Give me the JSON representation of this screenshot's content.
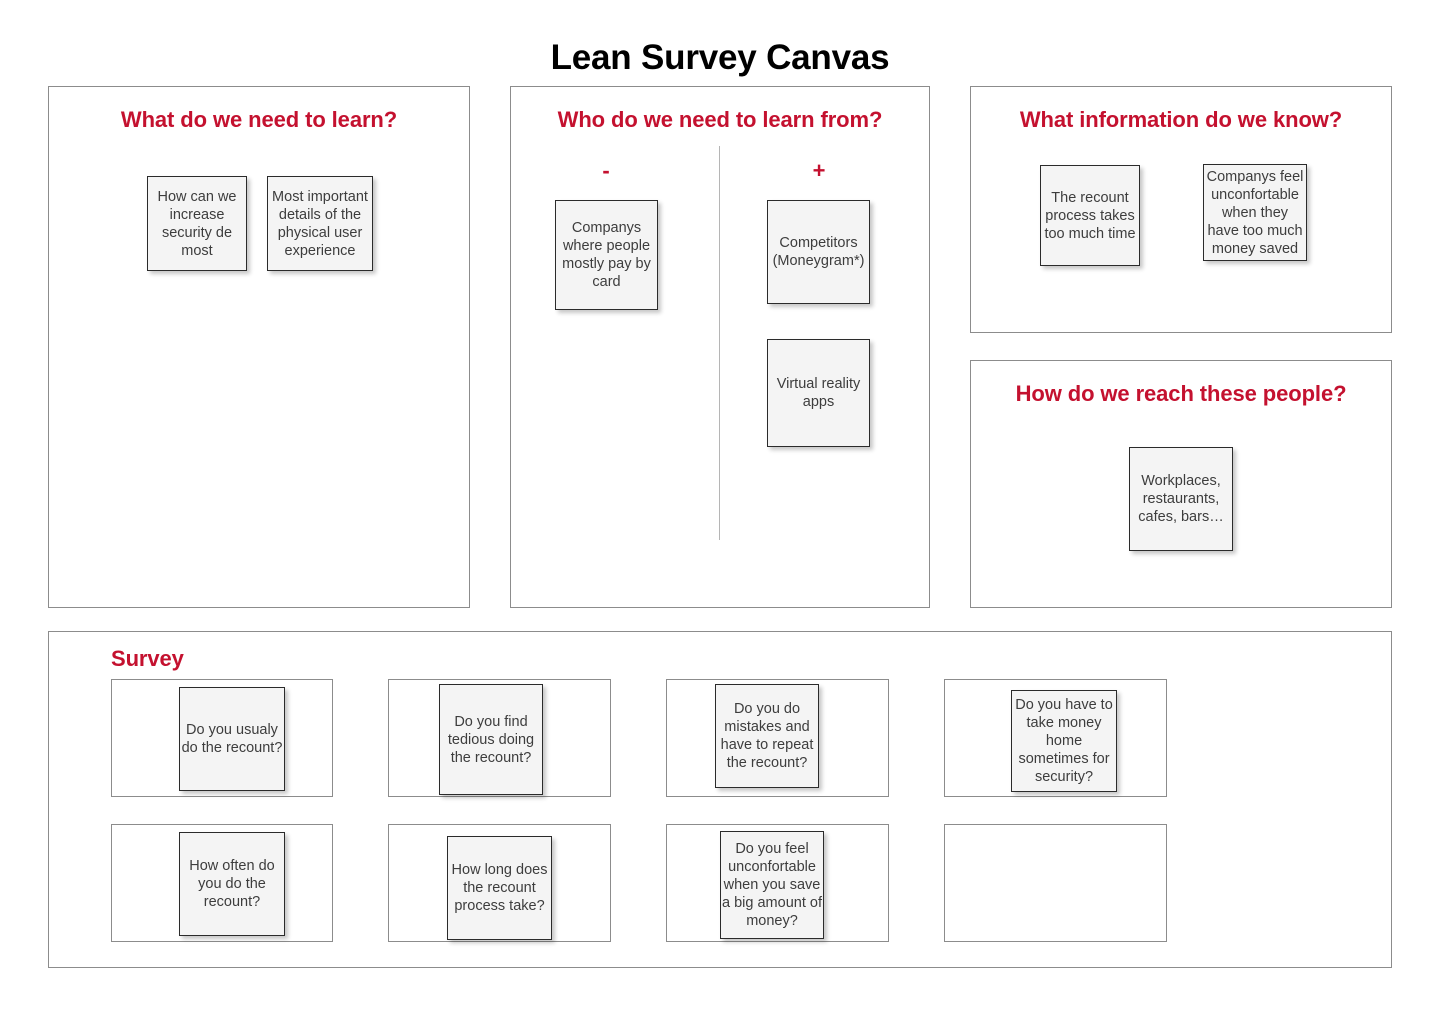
{
  "title": "Lean Survey Canvas",
  "accent_color": "#C4112F",
  "note_bg": "#f4f4f4",
  "note_border": "#2b2b2b",
  "panel_border": "#8c8c8c",
  "panels": {
    "learn": {
      "heading": "What do we need to learn?",
      "notes": [
        {
          "text": "How can we increase security de most"
        },
        {
          "text": "Most important details of the physical user experience"
        }
      ]
    },
    "learn_from": {
      "heading": "Who do we need to learn from?",
      "minus_label": "-",
      "plus_label": "+",
      "minus_notes": [
        {
          "text": "Companys where people mostly pay by card"
        }
      ],
      "plus_notes": [
        {
          "text": "Competitors (Moneygram*)"
        },
        {
          "text": "Virtual reality apps"
        }
      ]
    },
    "know": {
      "heading": "What information do we know?",
      "notes": [
        {
          "text": "The recount process takes too much time"
        },
        {
          "text": "Companys feel unconfortable when they have too much money saved"
        }
      ]
    },
    "reach": {
      "heading": "How do we reach these people?",
      "notes": [
        {
          "text": "Workplaces, restaurants, cafes, bars…"
        }
      ]
    },
    "survey": {
      "heading": "Survey",
      "cells": [
        {
          "note": "Do you usualy do the recount?"
        },
        {
          "note": "Do you find tedious doing the recount?"
        },
        {
          "note": "Do you do mistakes and have to repeat the recount?"
        },
        {
          "note": "Do you have to take money home sometimes for security?"
        },
        {
          "note": "How often do you do the recount?"
        },
        {
          "note": "How long does the recount process take?"
        },
        {
          "note": "Do you feel unconfortable when you save a big amount of money?"
        },
        {
          "note": ""
        }
      ]
    }
  }
}
